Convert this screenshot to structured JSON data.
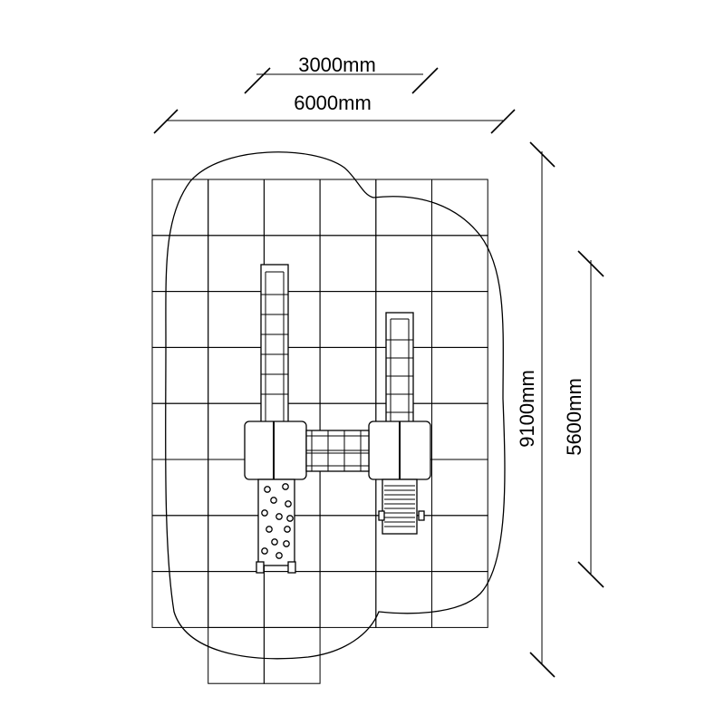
{
  "dimensions": {
    "width_inner": "3000mm",
    "width_outer": "6000mm",
    "height_total": "9100mm",
    "height_inner": "5600mm"
  },
  "grid": {
    "columns": 6,
    "rows": 9
  },
  "colors": {
    "line": "#000000",
    "background": "#ffffff"
  }
}
